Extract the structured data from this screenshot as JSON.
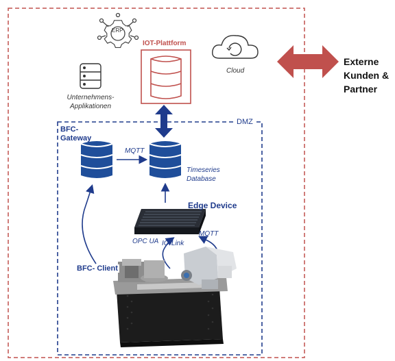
{
  "external": {
    "line1": "Externe",
    "line2": "Kunden &",
    "line3": "Partner"
  },
  "erp": {
    "label": "ERP"
  },
  "iot": {
    "title": "IOT-Plattform"
  },
  "cloud": {
    "label": "Cloud"
  },
  "apps": {
    "line1": "Unternehmens-",
    "line2": "Applikationen"
  },
  "dmz": {
    "label": "DMZ"
  },
  "gateway": {
    "line1": "BFC-",
    "line2": "Gateway"
  },
  "mqtt_top": "MQTT",
  "timeseries": {
    "line1": "Timeseries",
    "line2": "Database"
  },
  "edge": {
    "label": "Edge Device"
  },
  "opcua": "OPC UA",
  "iolink": "IO-Link",
  "mqtt_bottom": "MQTT",
  "client": {
    "label": "BFC- Client"
  },
  "colors": {
    "red_dashed": "#c0504d",
    "navy": "#1f3b8c",
    "db_blue": "#1f4e9a",
    "arrow_red": "#c0504d"
  }
}
